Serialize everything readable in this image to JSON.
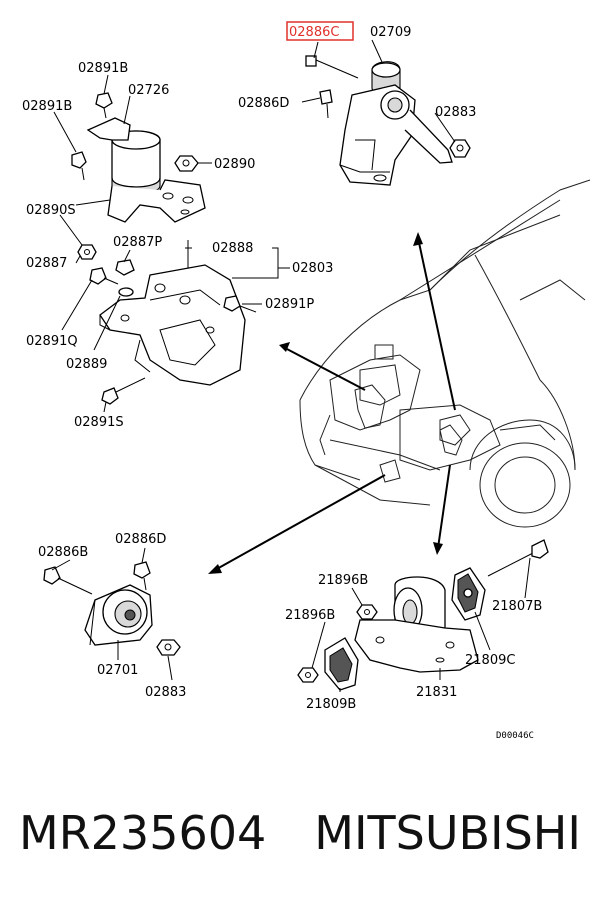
{
  "labels": {
    "l_02886C_top": "02886C",
    "l_02709": "02709",
    "l_02886D_top": "02886D",
    "l_02883_top": "02883",
    "l_02891B_a": "02891B",
    "l_02726": "02726",
    "l_02891B_b": "02891B",
    "l_02890": "02890",
    "l_02890S": "02890S",
    "l_02887P": "02887P",
    "l_02888": "02888",
    "l_02887": "02887",
    "l_02803": "02803",
    "l_02891P": "02891P",
    "l_02891Q": "02891Q",
    "l_02889": "02889",
    "l_02891S": "02891S",
    "l_02886B": "02886B",
    "l_02886D_bot": "02886D",
    "l_02701": "02701",
    "l_02883_bot": "02883",
    "l_21896B_a": "21896B",
    "l_21896B_b": "21896B",
    "l_21807B": "21807B",
    "l_21809C": "21809C",
    "l_21809B": "21809B",
    "l_21831": "21831",
    "l_ref": "D00046C"
  },
  "caption": {
    "part_number": "MR235604",
    "brand": "MITSUBISHI"
  },
  "highlight_color": "#e0302a"
}
